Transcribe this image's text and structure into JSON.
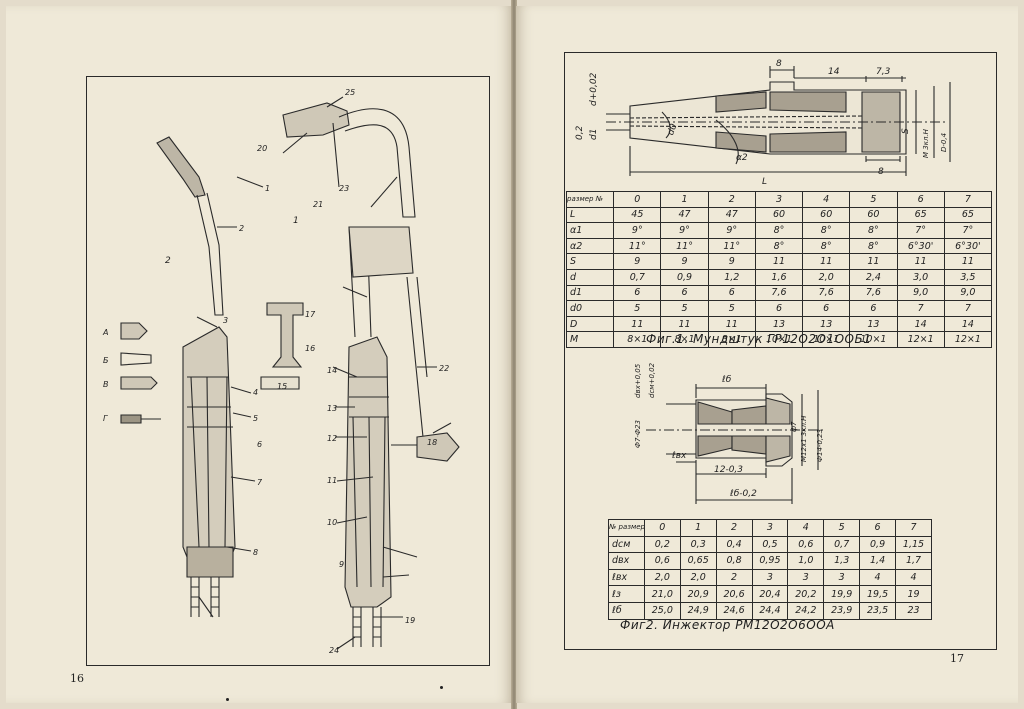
{
  "left_page": {
    "page_number": "16",
    "drawing": {
      "callouts": [
        "1",
        "2",
        "3",
        "4",
        "5",
        "6",
        "7",
        "8",
        "9",
        "10",
        "11",
        "12",
        "13",
        "14",
        "15",
        "16",
        "17",
        "18",
        "19",
        "20",
        "21",
        "22",
        "23",
        "24",
        "25"
      ],
      "view_markers": [
        "1",
        "2"
      ],
      "detail_markers": [
        "А",
        "Б",
        "В",
        "Г"
      ]
    }
  },
  "right_page": {
    "page_number": "17",
    "figure1": {
      "caption": "Фиг.1. Мундштук ГР12О2О1ООБ1",
      "labels": {
        "d_top": "d+0,02",
        "dim_8_top": "8",
        "dim_14": "14",
        "dim_7_3": "7,3",
        "d1": "d1",
        "d_tol": "0,2",
        "d0": "d0",
        "d2": "α2",
        "L": "L",
        "dim_8_bottom": "8",
        "S": "S",
        "thread": "М 3кл.Н",
        "dia": "D-0,4"
      }
    },
    "table1": {
      "corner_label": "размер №",
      "columns": [
        "0",
        "1",
        "2",
        "3",
        "4",
        "5",
        "6",
        "7"
      ],
      "rows": [
        {
          "label": "L",
          "values": [
            "45",
            "47",
            "47",
            "60",
            "60",
            "60",
            "65",
            "65"
          ]
        },
        {
          "label": "α1",
          "values": [
            "9°",
            "9°",
            "9°",
            "8°",
            "8°",
            "8°",
            "7°",
            "7°"
          ]
        },
        {
          "label": "α2",
          "values": [
            "11°",
            "11°",
            "11°",
            "8°",
            "8°",
            "8°",
            "6°30'",
            "6°30'"
          ]
        },
        {
          "label": "S",
          "values": [
            "9",
            "9",
            "9",
            "11",
            "11",
            "11",
            "11",
            "11"
          ]
        },
        {
          "label": "d",
          "values": [
            "0,7",
            "0,9",
            "1,2",
            "1,6",
            "2,0",
            "2,4",
            "3,0",
            "3,5"
          ]
        },
        {
          "label": "d1",
          "values": [
            "6",
            "6",
            "6",
            "7,6",
            "7,6",
            "7,6",
            "9,0",
            "9,0"
          ]
        },
        {
          "label": "d0",
          "values": [
            "5",
            "5",
            "5",
            "6",
            "6",
            "6",
            "7",
            "7"
          ]
        },
        {
          "label": "D",
          "values": [
            "11",
            "11",
            "11",
            "13",
            "13",
            "13",
            "14",
            "14"
          ]
        },
        {
          "label": "M",
          "values": [
            "8×1",
            "8×1",
            "8×1",
            "10×1",
            "10×1",
            "10×1",
            "12×1",
            "12×1"
          ]
        }
      ]
    },
    "figure2": {
      "caption": "Фиг2. Инжектор РМ12О2О6ООА",
      "labels": {
        "din_tol": "dвх+0,05",
        "dvx_tol": "dсм+0,02",
        "dia7": "Ф7-Ф23",
        "lb": "ℓб",
        "lvx": "ℓвх",
        "dim_12": "12-0,3",
        "lb_tol": "ℓб-0,2",
        "d7": "ф7",
        "thread": "М12х1 3кл.Н",
        "dia14": "Ф14-0,23"
      }
    },
    "table2": {
      "corner_label": "№ размер",
      "columns": [
        "0",
        "1",
        "2",
        "3",
        "4",
        "5",
        "6",
        "7"
      ],
      "rows": [
        {
          "label": "dсм",
          "values": [
            "0,2",
            "0,3",
            "0,4",
            "0,5",
            "0,6",
            "0,7",
            "0,9",
            "1,15"
          ]
        },
        {
          "label": "dвх",
          "values": [
            "0,6",
            "0,65",
            "0,8",
            "0,95",
            "1,0",
            "1,3",
            "1,4",
            "1,7"
          ]
        },
        {
          "label": "ℓвх",
          "values": [
            "2,0",
            "2,0",
            "2",
            "3",
            "3",
            "3",
            "4",
            "4"
          ]
        },
        {
          "label": "ℓз",
          "values": [
            "21,0",
            "20,9",
            "20,6",
            "20,4",
            "20,2",
            "19,9",
            "19,5",
            "19"
          ]
        },
        {
          "label": "ℓб",
          "values": [
            "25,0",
            "24,9",
            "24,6",
            "24,4",
            "24,2",
            "23,9",
            "23,5",
            "23"
          ]
        }
      ]
    }
  }
}
